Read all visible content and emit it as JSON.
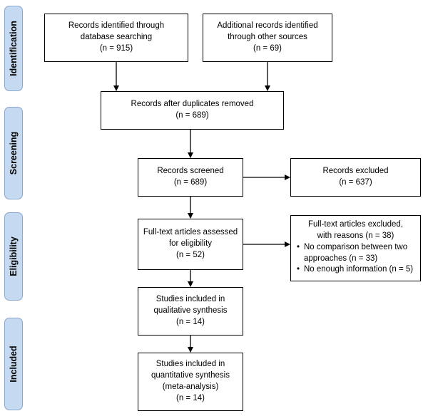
{
  "phases": {
    "identification": "Identification",
    "screening": "Screening",
    "eligibility": "Eligibility",
    "included": "Included"
  },
  "boxes": {
    "db_search": {
      "lines": [
        "Records identified through",
        "database searching",
        "(n = 915)"
      ]
    },
    "other_sources": {
      "lines": [
        "Additional records identified",
        "through other sources",
        "(n = 69)"
      ]
    },
    "after_duplicates": {
      "lines": [
        "Records after duplicates removed",
        "(n = 689)"
      ]
    },
    "screened": {
      "lines": [
        "Records screened",
        "(n = 689)"
      ]
    },
    "excluded": {
      "lines": [
        "Records excluded",
        "(n = 637)"
      ]
    },
    "fulltext_assessed": {
      "lines": [
        "Full-text articles assessed",
        "for eligibility",
        "(n = 52)"
      ]
    },
    "fulltext_excluded": {
      "header": [
        "Full-text articles excluded,",
        "with reasons (n = 38)"
      ],
      "bullets": [
        {
          "text1": "No comparison between two",
          "text2": "approaches (n = 33)"
        },
        {
          "text1": "No enough information (n = 5)",
          "text2": ""
        }
      ],
      "bullet_char": "•"
    },
    "qualitative": {
      "lines": [
        "Studies included in",
        "qualitative synthesis",
        "(n = 14)"
      ]
    },
    "quantitative": {
      "lines": [
        "Studies included in",
        "quantitative synthesis",
        "(meta-analysis)",
        "(n = 14)"
      ]
    }
  },
  "colors": {
    "phase_fill": "#c5d9f1",
    "phase_border": "#8aa7cf",
    "box_border": "#000000"
  }
}
